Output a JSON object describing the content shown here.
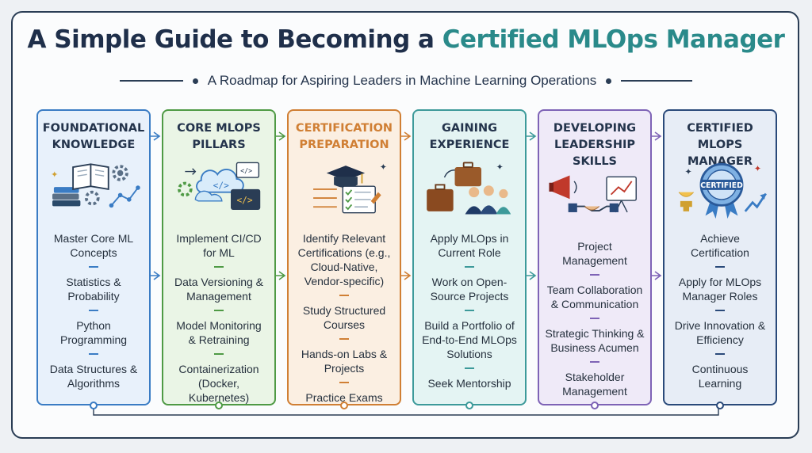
{
  "title": {
    "main": "A Simple Guide to Becoming a",
    "accent": "Certified MLOps Manager"
  },
  "subtitle": "A Roadmap for Aspiring Leaders in Machine Learning Operations",
  "colors": {
    "title": "#1f2f4a",
    "accent": "#2a8a8a",
    "steps": [
      "#3a7cc4",
      "#4f9a45",
      "#d07f34",
      "#3d9a9a",
      "#7e63b6",
      "#2a4a7a"
    ]
  },
  "steps": [
    {
      "title_lines": [
        "FOUNDATIONAL",
        "KNOWLEDGE"
      ],
      "icon": "books-gears-icon",
      "items": [
        [
          "Master Core ML",
          "Concepts"
        ],
        [
          "Statistics &",
          "Probability"
        ],
        [
          "Python",
          "Programming"
        ],
        [
          "Data Structures &",
          "Algorithms"
        ]
      ]
    },
    {
      "title_lines": [
        "CORE MLOps",
        "PILLARS"
      ],
      "icon": "cloud-code-icon",
      "items": [
        [
          "Implement CI/CD",
          "for ML"
        ],
        [
          "Data Versioning &",
          "Management"
        ],
        [
          "Model Monitoring",
          "& Retraining"
        ],
        [
          "Containerization",
          "(Docker, Kubernetes)"
        ]
      ]
    },
    {
      "title_lines": [
        "CERTIFICATION",
        "PREPARATION"
      ],
      "icon": "graduation-cap-icon",
      "items": [
        [
          "Identify Relevant",
          "Certifications (e.g.,",
          "Cloud-Native,",
          "Vendor-specific)"
        ],
        [
          "Study Structured",
          "Courses"
        ],
        [
          "Hands-on Labs &",
          "Projects"
        ],
        [
          "Practice Exams"
        ]
      ]
    },
    {
      "title_lines": [
        "GAINING",
        "EXPERIENCE"
      ],
      "icon": "briefcase-team-icon",
      "items": [
        [
          "Apply MLOps in",
          "Current Role"
        ],
        [
          "Work on Open-",
          "Source Projects"
        ],
        [
          "Build a Portfolio of",
          "End-to-End MLOps",
          "Solutions"
        ],
        [
          "Seek Mentorship"
        ]
      ]
    },
    {
      "title_lines": [
        "DEVELOPING",
        "LEADERSHIP",
        "SKILLS"
      ],
      "icon": "megaphone-handshake-icon",
      "items": [
        [
          "Project",
          "Management"
        ],
        [
          "Team Collaboration",
          "& Communication"
        ],
        [
          "Strategic Thinking &",
          "Business Acumen"
        ],
        [
          "Stakeholder",
          "Management"
        ]
      ]
    },
    {
      "title_lines": [
        "CERTIFIED",
        "MLOPS MANAGER"
      ],
      "icon": "certified-badge-icon",
      "badge": "CERTIFIED",
      "items": [
        [
          "Achieve",
          "Certification"
        ],
        [
          "Apply for MLOps",
          "Manager Roles"
        ],
        [
          "Drive Innovation &",
          "Efficiency"
        ],
        [
          "Continuous",
          "Learning"
        ]
      ]
    }
  ]
}
